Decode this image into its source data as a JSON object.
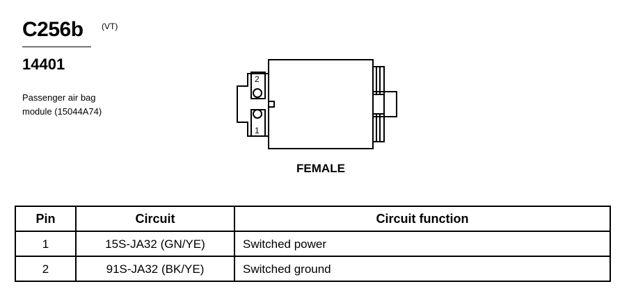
{
  "header": {
    "connector_id": "C256b",
    "variant": "(VT)",
    "part_number": "14401",
    "description_line1": "Passenger air bag",
    "description_line2": "module (15044A74)"
  },
  "diagram": {
    "pin_label_top": "2",
    "pin_label_bottom": "1",
    "gender_label": "FEMALE"
  },
  "table": {
    "headers": {
      "pin": "Pin",
      "circuit": "Circuit",
      "function": "Circuit function"
    },
    "rows": [
      {
        "pin": "1",
        "circuit": "15S-JA32 (GN/YE)",
        "function": "Switched power"
      },
      {
        "pin": "2",
        "circuit": "91S-JA32 (BK/YE)",
        "function": "Switched ground"
      }
    ]
  }
}
